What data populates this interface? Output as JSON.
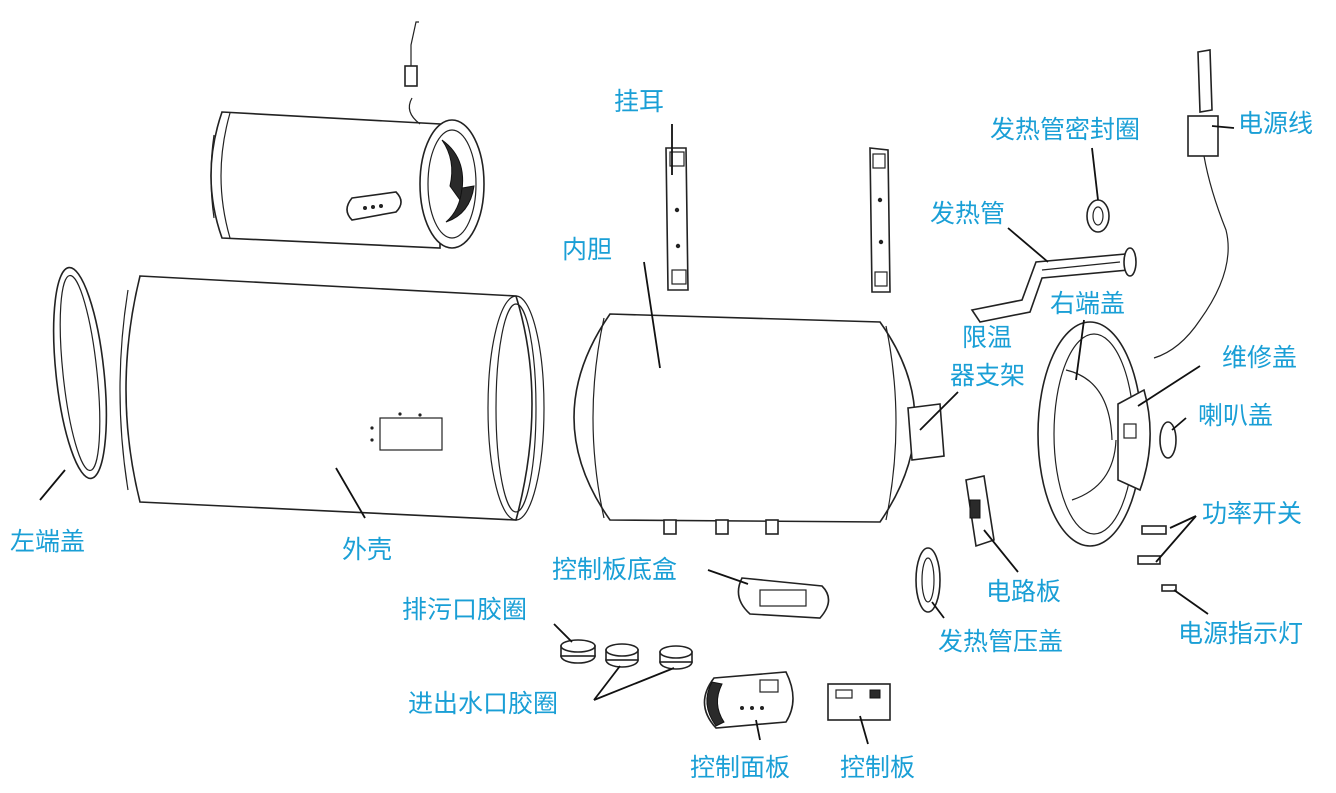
{
  "labels": {
    "guaer": "挂耳",
    "fare_mifengquan": "发热管密封圈",
    "dianyuanxian": "电源线",
    "faregu": "发热管",
    "neidan": "内胆",
    "you_duangai": "右端盖",
    "xianwen_zhijia_1": "限温",
    "xianwen_zhijia_2": "器支架",
    "weixiugai": "维修盖",
    "labagai": "喇叭盖",
    "gonglv_kaiguan": "功率开关",
    "zuo_duangai": "左端盖",
    "waike": "外壳",
    "kongzhiban_dihe": "控制板底盒",
    "dianluban": "电路板",
    "dianyuan_zhishideng": "电源指示灯",
    "paiwukou_jiaoquan": "排污口胶圈",
    "fare_yagai": "发热管压盖",
    "jinchushuikou_jiaoquan": "进出水口胶圈",
    "kongzhi_mianban": "控制面板",
    "kongzhiban": "控制板"
  },
  "colors": {
    "label": "#1a9fd6",
    "line": "#222222",
    "background": "#ffffff"
  }
}
